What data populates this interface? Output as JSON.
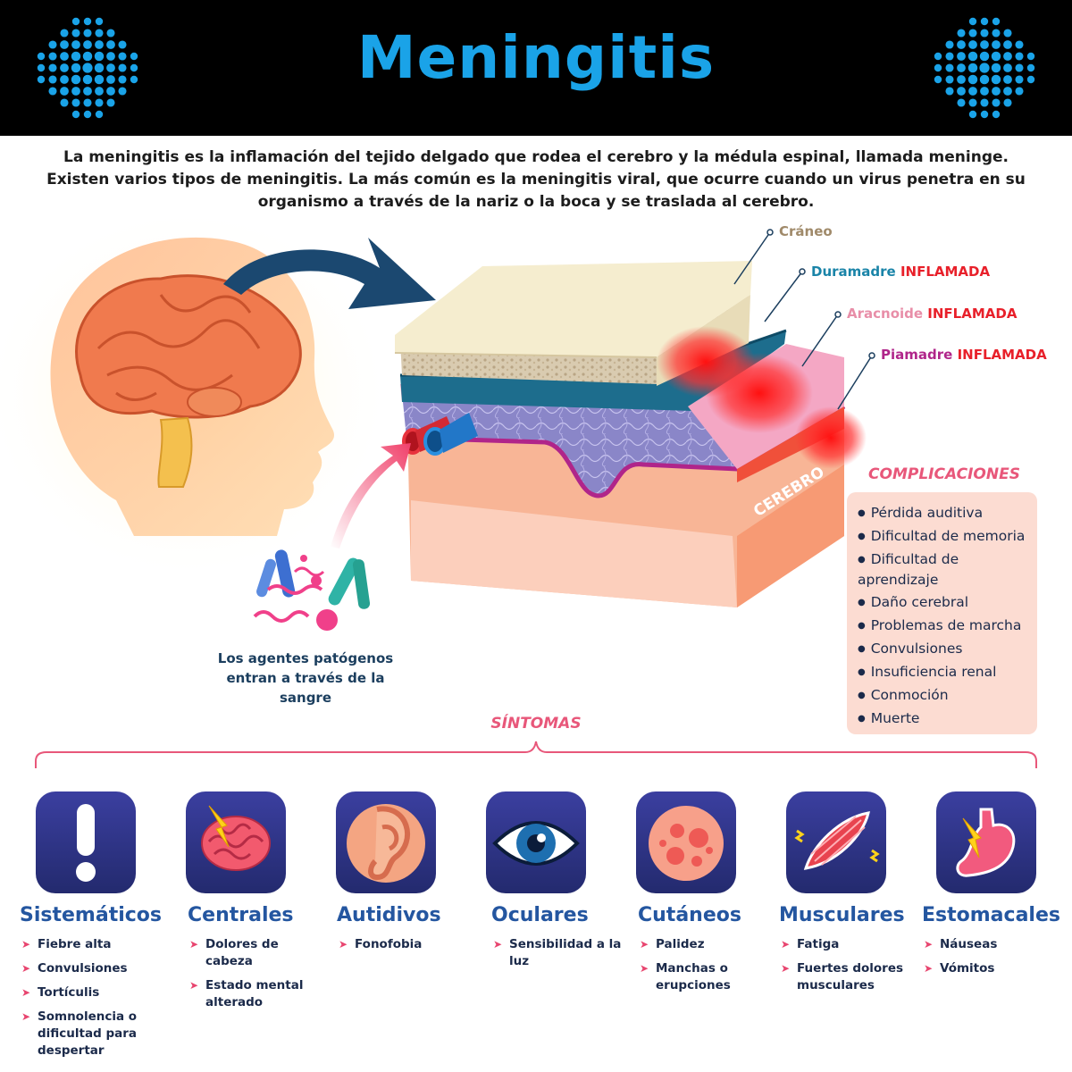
{
  "header": {
    "title": "Meningitis"
  },
  "intro": "La meningitis es la inflamación del tejido delgado que rodea el cerebro y la médula espinal, llamada meninge. Existen varios tipos de meningitis. La más común es la meningitis viral, que ocurre cuando un virus penetra en su organismo a través de la nariz o la boca y se traslada al cerebro.",
  "layers": {
    "craneo": "Cráneo",
    "duramadre": "Duramadre",
    "aracnoide": "Aracnoide",
    "piamadre": "Piamadre",
    "inflamada": "INFLAMADA",
    "cerebro": "CEREBRO"
  },
  "pathogens_text": "Los agentes patógenos entran a través de la sangre",
  "complications": {
    "title": "COMPLICACIONES",
    "items": [
      "Pérdida auditiva",
      "Dificultad de memoria",
      "Dificultad de aprendizaje",
      "Daño cerebral",
      "Problemas de marcha",
      "Convulsiones",
      "Insuficiencia renal",
      "Conmoción",
      "Muerte"
    ]
  },
  "symptoms": {
    "title": "SÍNTOMAS",
    "categories": [
      {
        "name": "Sistemáticos",
        "icon": "exclamation-icon",
        "items": [
          "Fiebre alta",
          "Convulsiones",
          "Tortículis",
          "Somnolencia o dificultad para despertar"
        ]
      },
      {
        "name": "Centrales",
        "icon": "brain-icon",
        "items": [
          "Dolores de cabeza",
          "Estado mental alterado"
        ]
      },
      {
        "name": "Autidivos",
        "icon": "ear-icon",
        "items": [
          "Fonofobia"
        ]
      },
      {
        "name": "Oculares",
        "icon": "eye-icon",
        "items": [
          "Sensibilidad a la luz"
        ]
      },
      {
        "name": "Cutáneos",
        "icon": "skin-rash-icon",
        "items": [
          "Palidez",
          "Manchas o erupciones"
        ]
      },
      {
        "name": "Musculares",
        "icon": "muscle-icon",
        "items": [
          "Fatiga",
          "Fuertes dolores musculares"
        ]
      },
      {
        "name": "Estomacales",
        "icon": "stomach-icon",
        "items": [
          "Náuseas",
          "Vómitos"
        ]
      }
    ]
  },
  "colors": {
    "title_blue": "#1aa3e8",
    "accent_pink": "#e8577a",
    "inflamed_red": "#e8202a",
    "navy": "#232a6e"
  }
}
